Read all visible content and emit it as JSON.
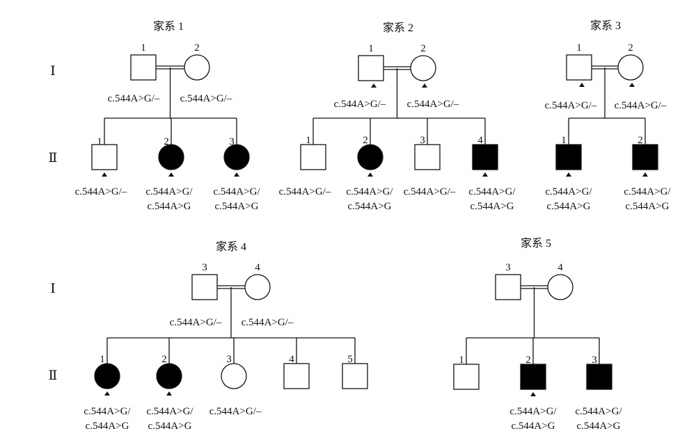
{
  "generations": [
    "Ⅰ",
    "Ⅱ"
  ],
  "mutation": {
    "het": [
      "c.544A>G/–"
    ],
    "hom": [
      "c.544A>G/",
      "c.544A>G"
    ],
    "het_II": [
      "c.544A>G/–"
    ],
    "het_fam2": [
      "c.544A>G/–"
    ],
    "het_fam4": [
      "c.544A>G/–"
    ]
  },
  "families": [
    {
      "title": "家系 1",
      "consanguineous": true,
      "father": {
        "number": "1",
        "genotype": [
          "c.544A>G/–"
        ],
        "tested": false
      },
      "mother": {
        "number": "2",
        "genotype": [
          "c.544A>G/–"
        ],
        "tested": false
      },
      "children": [
        {
          "number": "1",
          "sex": "male",
          "affected": false,
          "tested": true,
          "genotype": [
            "c.544A>G/–"
          ]
        },
        {
          "number": "2",
          "sex": "female",
          "affected": true,
          "tested": true,
          "genotype": [
            "c.544A>G/",
            "c.544A>G"
          ]
        },
        {
          "number": "3",
          "sex": "female",
          "affected": true,
          "tested": true,
          "genotype": [
            "c.544A>G/",
            "c.544A>G"
          ]
        }
      ]
    },
    {
      "title": "家系 2",
      "consanguineous": true,
      "father": {
        "number": "1",
        "genotype": [
          "c.544A>G/–"
        ],
        "tested": true
      },
      "mother": {
        "number": "2",
        "genotype": [
          "c.544A>G/–"
        ],
        "tested": true
      },
      "children": [
        {
          "number": "1",
          "sex": "male",
          "affected": false,
          "tested": false,
          "genotype": [
            "c.544A>G/–"
          ]
        },
        {
          "number": "2",
          "sex": "female",
          "affected": true,
          "tested": true,
          "genotype": [
            "c.544A>G/",
            "c.544A>G"
          ]
        },
        {
          "number": "3",
          "sex": "male",
          "affected": false,
          "tested": false,
          "genotype": [
            "c.544A>G/–"
          ]
        },
        {
          "number": "4",
          "sex": "male",
          "affected": true,
          "tested": true,
          "genotype": [
            "c.544A>G/",
            "c.544A>G"
          ]
        }
      ]
    },
    {
      "title": "家系 3",
      "consanguineous": true,
      "father": {
        "number": "1",
        "genotype": [
          "c.544A>G/–"
        ],
        "tested": true
      },
      "mother": {
        "number": "2",
        "genotype": [
          "c.544A>G/–"
        ],
        "tested": true
      },
      "children": [
        {
          "number": "1",
          "sex": "male",
          "affected": true,
          "tested": true,
          "genotype": [
            "c.544A>G/",
            "c.544A>G"
          ]
        },
        {
          "number": "2",
          "sex": "male",
          "affected": true,
          "tested": true,
          "genotype": [
            "c.544A>G/",
            "c.544A>G"
          ]
        }
      ]
    },
    {
      "title": "家系 4",
      "consanguineous": true,
      "father": {
        "number": "3",
        "genotype": [
          "c.544A>G/–"
        ],
        "tested": false
      },
      "mother": {
        "number": "4",
        "genotype": [
          "c.544A>G/–"
        ],
        "tested": false
      },
      "children": [
        {
          "number": "1",
          "sex": "female",
          "affected": true,
          "tested": true,
          "genotype": [
            "c.544A>G/",
            "c.544A>G"
          ]
        },
        {
          "number": "2",
          "sex": "female",
          "affected": true,
          "tested": true,
          "genotype": [
            "c.544A>G/",
            "c.544A>G"
          ]
        },
        {
          "number": "3",
          "sex": "female",
          "affected": false,
          "tested": false,
          "genotype": [
            "c.544A>G/–"
          ]
        },
        {
          "number": "4",
          "sex": "male",
          "affected": false,
          "tested": false,
          "genotype": []
        },
        {
          "number": "5",
          "sex": "male",
          "affected": false,
          "tested": false,
          "genotype": []
        }
      ]
    },
    {
      "title": "家系 5",
      "consanguineous": true,
      "father": {
        "number": "3",
        "genotype": [],
        "tested": false
      },
      "mother": {
        "number": "4",
        "genotype": [],
        "tested": false
      },
      "children": [
        {
          "number": "1",
          "sex": "male",
          "affected": false,
          "tested": false,
          "genotype": []
        },
        {
          "number": "2",
          "sex": "male",
          "affected": true,
          "tested": true,
          "genotype": [
            "c.544A>G/",
            "c.544A>G"
          ]
        },
        {
          "number": "3",
          "sex": "male",
          "affected": true,
          "tested": false,
          "genotype": [
            "c.544A>G/",
            "c.544A>G"
          ]
        }
      ]
    }
  ]
}
